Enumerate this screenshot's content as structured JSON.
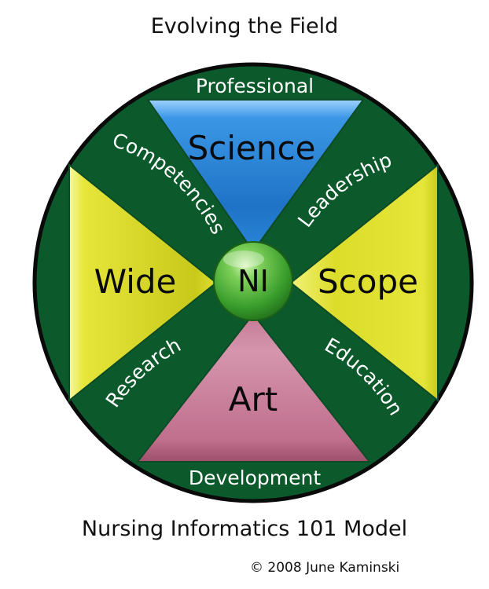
{
  "title": "Evolving the Field",
  "subtitle": "Nursing Informatics 101 Model",
  "copyright": "© 2008 June Kaminski",
  "hub": "NI",
  "wedges": {
    "top": "Science",
    "left": "Wide",
    "right": "Scope",
    "bottom": "Art"
  },
  "ring_labels": {
    "top": "Professional",
    "bottom": "Development",
    "upper_left": "Competencies",
    "upper_right": "Leadership",
    "lower_left": "Research",
    "lower_right": "Education"
  },
  "colors": {
    "ring_green": "#0c5a2c",
    "science_blue": "#2a86d6",
    "scope_yellow": "#e8e83a",
    "art_pink": "#c2708e",
    "hub_green": "#44b234"
  }
}
